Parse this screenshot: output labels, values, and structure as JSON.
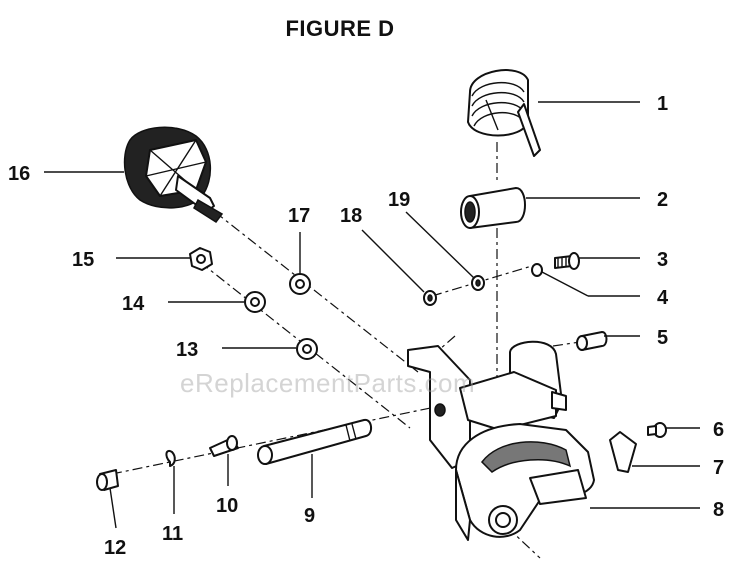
{
  "figure": {
    "title": "FIGURE D",
    "watermark": "eReplacementParts.com"
  },
  "callouts": [
    {
      "id": "1",
      "label": "1"
    },
    {
      "id": "2",
      "label": "2"
    },
    {
      "id": "3",
      "label": "3"
    },
    {
      "id": "4",
      "label": "4"
    },
    {
      "id": "5",
      "label": "5"
    },
    {
      "id": "6",
      "label": "6"
    },
    {
      "id": "7",
      "label": "7"
    },
    {
      "id": "8",
      "label": "8"
    },
    {
      "id": "9",
      "label": "9"
    },
    {
      "id": "10",
      "label": "10"
    },
    {
      "id": "11",
      "label": "11"
    },
    {
      "id": "12",
      "label": "12"
    },
    {
      "id": "13",
      "label": "13"
    },
    {
      "id": "14",
      "label": "14"
    },
    {
      "id": "15",
      "label": "15"
    },
    {
      "id": "16",
      "label": "16"
    },
    {
      "id": "17",
      "label": "17"
    },
    {
      "id": "18",
      "label": "18"
    },
    {
      "id": "19",
      "label": "19"
    }
  ],
  "colors": {
    "line": "#111111",
    "background": "#ffffff",
    "watermark": "#a0a0a0"
  }
}
